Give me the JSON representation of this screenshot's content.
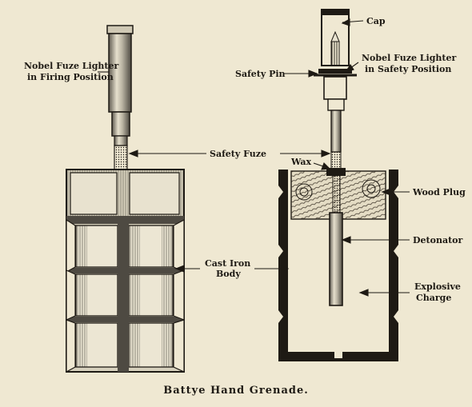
{
  "title": "Battye Hand Grenade.",
  "left_figure": {
    "lighter_label_line1": "Nobel Fuze Lighter",
    "lighter_label_line2": "in Firing Position",
    "body_label_line1": "Cast Iron",
    "body_label_line2": "Body"
  },
  "right_figure": {
    "cap": "Cap",
    "lighter_label_line1": "Nobel Fuze Lighter",
    "lighter_label_line2": "in Safety Position",
    "safety_pin": "Safety Pin",
    "wax": "Wax",
    "wood_plug": "Wood Plug",
    "detonator": "Detonator",
    "charge_line1": "Explosive",
    "charge_line2": "Charge"
  },
  "shared": {
    "safety_fuze": "Safety Fuze"
  },
  "colors": {
    "paper": "#efe8d2",
    "ink": "#1e1a14",
    "iron_light": "#d9d3c0",
    "iron_dark": "#6b655a"
  }
}
